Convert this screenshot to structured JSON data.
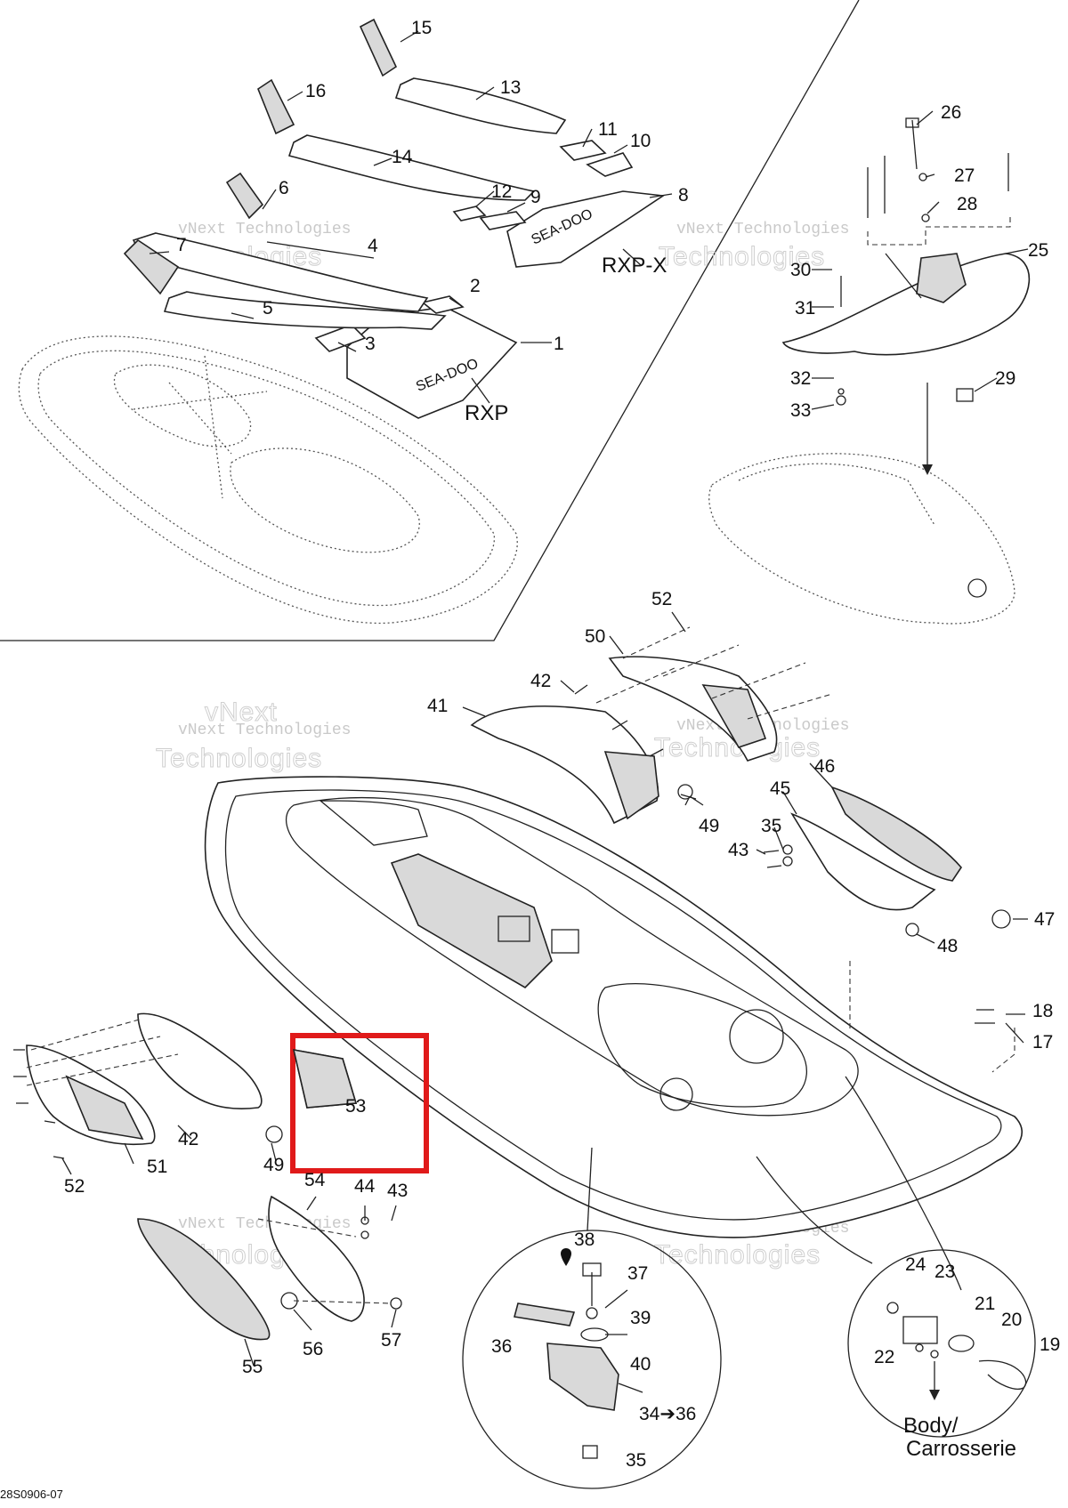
{
  "diagram": {
    "drawing_code": "28S0906-07",
    "callouts": [
      "1",
      "2",
      "3",
      "4",
      "5",
      "6",
      "7",
      "8",
      "9",
      "10",
      "11",
      "12",
      "13",
      "14",
      "15",
      "16",
      "17",
      "18",
      "19",
      "20",
      "21",
      "22",
      "23",
      "24",
      "25",
      "26",
      "27",
      "28",
      "29",
      "30",
      "31",
      "32",
      "33",
      "35",
      "37",
      "39",
      "40",
      "41",
      "42",
      "43",
      "44",
      "45",
      "46",
      "47",
      "48",
      "49",
      "50",
      "51",
      "52",
      "53",
      "54",
      "55",
      "56",
      "57"
    ],
    "model_labels": {
      "rxp": "RXP",
      "rxpx": "RXP-X"
    },
    "detail_labels": {
      "drop_38": "38",
      "arrow_34_36": "34➔36",
      "body_en": "Body/",
      "body_fr": "Carrosserie"
    },
    "watermark": {
      "line1": "vNext Technologies",
      "line2": "Technologies",
      "line3": "vNext"
    },
    "logo_text": "SEA-DOO",
    "highlight": {
      "part": "53",
      "color": "#e01a1a"
    }
  }
}
